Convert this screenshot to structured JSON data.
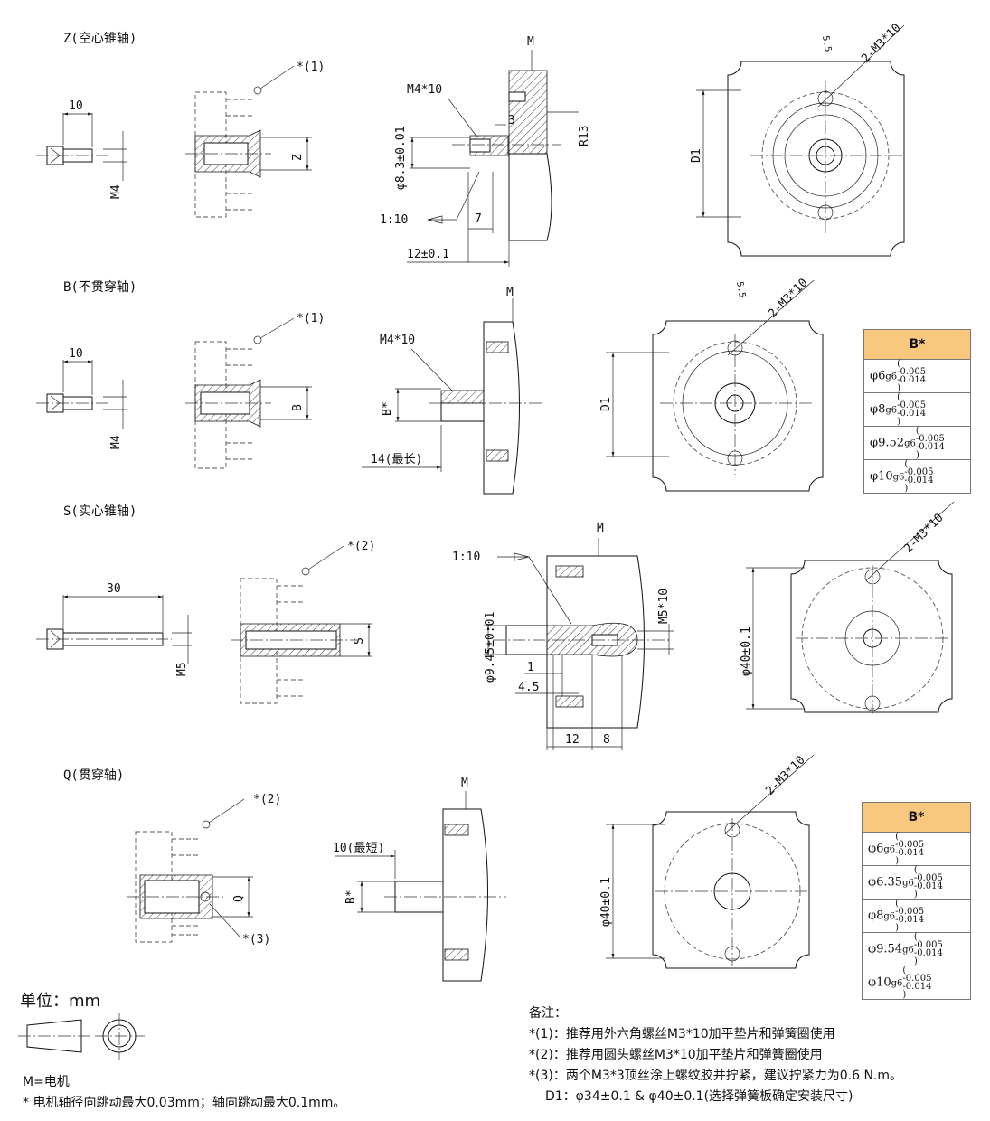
{
  "sections": {
    "z": {
      "title": "Z(空心锥轴)",
      "screw_len": "10",
      "screw_thread": "M4",
      "callout": "*(1)",
      "bore": "Z",
      "motor": "M",
      "thread": "M4*10",
      "dia": "φ8.3±0.01",
      "d3": "3",
      "r13": "R13",
      "taper": "1:10",
      "d7": "7",
      "d12": "12±0.1",
      "holes": "2-M3*10",
      "d1": "D1",
      "d55": "5.5"
    },
    "b": {
      "title": "B(不贯穿轴)",
      "screw_len": "10",
      "screw_thread": "M4",
      "callout": "*(1)",
      "bore": "B",
      "motor": "M",
      "thread": "M4*10",
      "dia": "B*",
      "d14": "14(最长)",
      "holes": "2-M3*10",
      "d1": "D1",
      "d55": "5.5"
    },
    "s": {
      "title": "S(实心锥轴)",
      "screw_len": "30",
      "screw_thread": "M5",
      "callout": "*(2)",
      "bore": "S",
      "motor": "M",
      "taper": "1:10",
      "thread": "M5*10",
      "dia": "φ9.45±0.01",
      "d1": "1",
      "d45": "4.5",
      "d12": "12",
      "d8": "8",
      "holes": "2-M3*10",
      "d40": "φ40±0.1"
    },
    "q": {
      "title": "Q(贯穿轴)",
      "callout2": "*(2)",
      "callout3": "*(3)",
      "bore": "Q",
      "motor": "M",
      "d10": "10(最短)",
      "dia": "B*",
      "holes": "2-M3*10",
      "d40": "φ40±0.1"
    }
  },
  "table_b": {
    "header": "B*",
    "rows": [
      {
        "d": "φ6",
        "fit": "g6",
        "up": "-0.005",
        "lo": "-0.014"
      },
      {
        "d": "φ8",
        "fit": "g6",
        "up": "-0.005",
        "lo": "-0.014"
      },
      {
        "d": "φ9.52",
        "fit": "g6",
        "up": "-0.005",
        "lo": "-0.014"
      },
      {
        "d": "φ10",
        "fit": "g6",
        "up": "-0.005",
        "lo": "-0.014"
      }
    ]
  },
  "table_q": {
    "header": "B*",
    "rows": [
      {
        "d": "φ6",
        "fit": "g6",
        "up": "-0.005",
        "lo": "-0.014"
      },
      {
        "d": "φ6.35",
        "fit": "g6",
        "up": "-0.005",
        "lo": "-0.014"
      },
      {
        "d": "φ8",
        "fit": "g6",
        "up": "-0.005",
        "lo": "-0.014"
      },
      {
        "d": "φ9.54",
        "fit": "g6",
        "up": "-0.005",
        "lo": "-0.014"
      },
      {
        "d": "φ10",
        "fit": "g6",
        "up": "-0.005",
        "lo": "-0.014"
      }
    ]
  },
  "unit": {
    "label": "单位：mm",
    "motor_note": "M=电机",
    "runout": "* 电机轴径向跳动最大0.03mm；轴向跳动最大0.1mm。"
  },
  "notes": {
    "title": "备注：",
    "n1": "*(1)：推荐用外六角螺丝M3*10加平垫片和弹簧圈使用",
    "n2": "*(2)：推荐用圆头螺丝M3*10加平垫片和弹簧圈使用",
    "n3": "*(3)：两个M3*3顶丝涂上螺纹胶并拧紧，建议拧紧力为0.6 N.m。",
    "n4": "D1：φ34±0.1 & φ40±0.1(选择弹簧板确定安装尺寸)"
  }
}
